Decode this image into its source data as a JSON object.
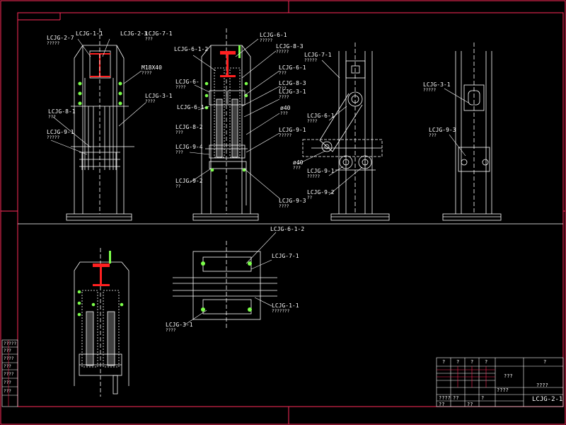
{
  "colors": {
    "background": "#000000",
    "line": "#ffffff",
    "border": "#ff2b5a",
    "hatch": "#ffffff",
    "bolt": "#7cff4a",
    "accent": "#ff2020"
  },
  "drawing_number": "LCJG-2-1",
  "title_block": {
    "name": "???",
    "company": "????",
    "row_marks": [
      "?",
      "?",
      "?",
      "?",
      "?"
    ],
    "left_marks": [
      "????",
      "??",
      "??",
      "??",
      "?"
    ],
    "small": "????"
  },
  "left_strip": [
    "?????",
    "???",
    "????",
    "???",
    "????",
    "???",
    "???"
  ],
  "labels": {
    "v1_a": "LCJG-1-1",
    "v1_b": "LCJG-2-7",
    "v1_b_q": "?????",
    "v1_c": "LCJG-2-3",
    "v1_d": "LCJG-7-1",
    "v1_d_q": "???",
    "v1_e": "M18X40",
    "v1_e_q": "????",
    "v1_f": "LCJG-3-1",
    "v1_f_q": "????",
    "v1_g": "LCJG-8-1",
    "v1_g_q": "???",
    "v1_h": "LCJG-9-1",
    "v1_h_q": "?????",
    "v2_a": "LCJG-6-1",
    "v2_a_q": "?????",
    "v2_b": "LCJG-8-3",
    "v2_b_q": "?????",
    "v2_c": "LCJG-6-1-2",
    "v2_d": "LCJG-6-1",
    "v2_d_q": "???",
    "v2_e": "LCJG-6-",
    "v2_e_q": "????",
    "v2_f": "LCJG-8-3",
    "v2_f_q": "???",
    "v2_g": "LCJG-3-1",
    "v2_g_q": "????",
    "v2_h": "LCJG-6-1",
    "v2_i": "ø40",
    "v2_i_q": "???",
    "v2_j": "LCJG-8-2",
    "v2_j_q": "???",
    "v2_k": "LCJG-9-1",
    "v2_k_q": "?????",
    "v2_l": "LCJG-9-4",
    "v2_l_q": "???",
    "v2_m": "LCJG-9-2",
    "v2_m_q": "??",
    "v2_n": "LCJG-9-3",
    "v2_n_q": "????",
    "v3_a": "LCJG-7-1",
    "v3_a_q": "?????",
    "v3_b": "LCJG-6-1",
    "v3_b_q": "????",
    "v3_c": "ø40",
    "v3_c_q": "???",
    "v3_d": "LCJG-9-1",
    "v3_d_q": "?????",
    "v3_e": "LCJG-9-2",
    "v3_e_q": "??",
    "v4_a": "LCJG-3-1",
    "v4_a_q": "?????",
    "v4_b": "LCJG-9-3",
    "v4_b_q": "???",
    "v6_a": "LCJG-6-1-2",
    "v6_b": "LCJG-7-1",
    "v6_c": "LCJG-1-1",
    "v6_c_q": "???????",
    "v6_d": "LCJG-3-1",
    "v6_d_q": "????"
  }
}
